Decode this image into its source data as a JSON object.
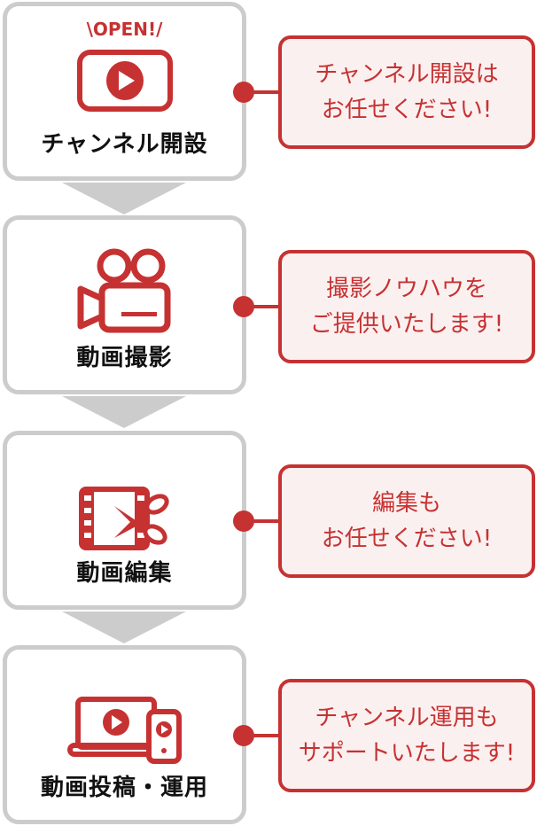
{
  "steps": [
    {
      "badge": "\\OPEN!/",
      "label": "チャンネル開設",
      "icon": "channel-play-icon",
      "callout": [
        "チャンネル開設は",
        "お任せください!"
      ]
    },
    {
      "label": "動画撮影",
      "icon": "video-camera-icon",
      "callout": [
        "撮影ノウハウを",
        "ご提供いたします!"
      ]
    },
    {
      "label": "動画編集",
      "icon": "film-scissors-icon",
      "callout": [
        "編集も",
        "お任せください!"
      ]
    },
    {
      "label": "動画投稿・運用",
      "icon": "laptop-phone-video-icon",
      "callout": [
        "チャンネル運用も",
        "サポートいたします!"
      ]
    }
  ],
  "colors": {
    "accent": "#c63232",
    "border": "#cccccc",
    "callout_bg": "#fbf0f0"
  }
}
